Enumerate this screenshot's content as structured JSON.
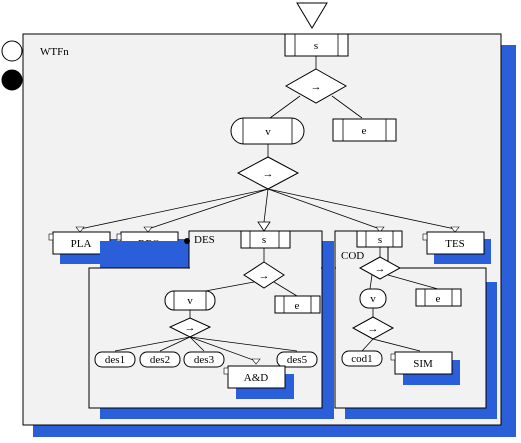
{
  "diagram": {
    "root_title": "WTFn",
    "top": {
      "start": "s",
      "seq_symbol": "→",
      "branch": "v",
      "end": "e",
      "seq2_symbol": "→"
    },
    "children": [
      "PLA",
      "REQ",
      "TES"
    ],
    "des": {
      "title": "DES",
      "start": "s",
      "seq_symbol": "→",
      "branch": "v",
      "end": "e",
      "seq2_symbol": "→",
      "leaves": [
        "des1",
        "des2",
        "des3",
        "des5"
      ],
      "subprocess": "A&D"
    },
    "cod": {
      "title": "COD",
      "start": "s",
      "seq_symbol": "→",
      "branch": "v",
      "end": "e",
      "seq2_symbol": "→",
      "leaf": "cod1",
      "subprocess": "SIM"
    },
    "colors": {
      "shadow": "#2b5fd9",
      "frame": "#f2f2f2",
      "stroke": "#000000"
    }
  }
}
